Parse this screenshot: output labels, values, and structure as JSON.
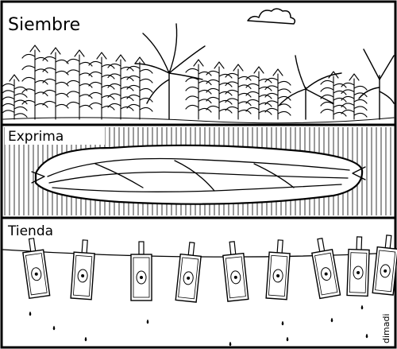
{
  "panels": {
    "siembre": {
      "label": "Siembre"
    },
    "exprima": {
      "label": "Exprima"
    },
    "tienda": {
      "label": "Tienda"
    }
  },
  "signature": "dimadi",
  "colors": {
    "ink": "#000000",
    "paper": "#ffffff"
  }
}
